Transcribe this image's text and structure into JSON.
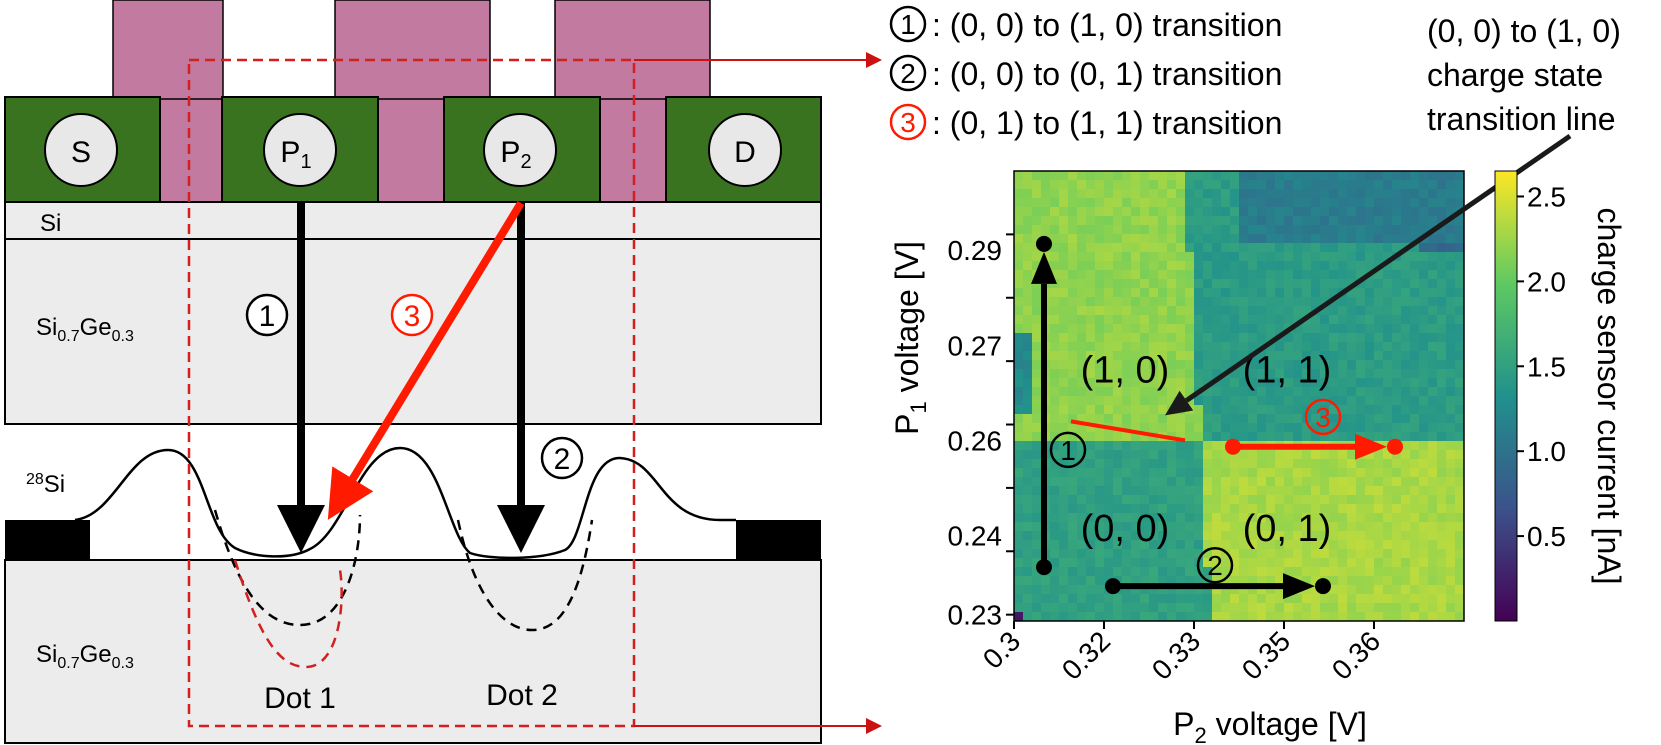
{
  "colors": {
    "gate_green": "#3a7320",
    "gate_pink": "#c27aa1",
    "layer_gray": "#ececec",
    "arrow_red": "#ff1a00",
    "dashed_red": "#d22020",
    "colormap": [
      "#440154",
      "#3b528b",
      "#21918c",
      "#5ec962",
      "#fde725"
    ]
  },
  "device": {
    "contacts": {
      "source": "S",
      "p1": {
        "main": "P",
        "sub": "1"
      },
      "p2": {
        "main": "P",
        "sub": "2"
      },
      "drain": "D"
    },
    "layers": {
      "si_cap": "Si",
      "barrier": {
        "a": "Si",
        "a_sub": "0.7",
        "b": "Ge",
        "b_sub": "0.3"
      },
      "well": {
        "sup": "28",
        "main": "Si"
      },
      "substrate": {
        "a": "Si",
        "a_sub": "0.7",
        "b": "Ge",
        "b_sub": "0.3"
      }
    },
    "dots": [
      "Dot 1",
      "Dot 2"
    ],
    "markers": {
      "m1": "1",
      "m2": "2",
      "m3": "3"
    }
  },
  "legend": {
    "items": [
      {
        "marker": "1",
        "text": ": (0, 0) to (1, 0) transition",
        "color": "#000000"
      },
      {
        "marker": "2",
        "text": ": (0, 0) to (0, 1) transition",
        "color": "#000000"
      },
      {
        "marker": "3",
        "text": ": (0, 1) to (1, 1) transition",
        "color": "#ff1a00"
      }
    ]
  },
  "annotation": {
    "line1": "(0, 0) to (1, 0)",
    "line2": "charge state",
    "line3": "transition line"
  },
  "chart_data": {
    "type": "heatmap",
    "title": "",
    "xlabel": {
      "main": "P",
      "sub": "2",
      "rest": " voltage [V]"
    },
    "ylabel": {
      "main": "P",
      "sub": "1",
      "rest": " voltage [V]"
    },
    "xlim": [
      0.3,
      0.375
    ],
    "ylim": [
      0.229,
      0.3
    ],
    "xticks": [
      0.3,
      0.315,
      0.33,
      0.345,
      0.36
    ],
    "xtick_labels": [
      "0.3",
      "0.32",
      "0.33",
      "0.35",
      "0.36"
    ],
    "yticks": [
      0.23,
      0.24,
      0.25,
      0.26,
      0.27,
      0.28,
      0.29
    ],
    "ytick_labels": [
      "0.23",
      "0.24",
      "0.26",
      "0.27",
      "0.29"
    ],
    "ytick_label_values": [
      0.23,
      0.2425,
      0.2575,
      0.2725,
      0.2875
    ],
    "colorbar": {
      "label": "charge sensor current [nA]",
      "range": [
        0,
        2.65
      ],
      "ticks": [
        0.5,
        1.0,
        1.5,
        2.0,
        2.5
      ],
      "tick_labels": [
        "0.5",
        "1.0",
        "1.5",
        "2.0",
        "2.5"
      ]
    },
    "regions": [
      {
        "label": "(1, 0)",
        "x": 0.3185,
        "y": 0.2685,
        "current_nA": 2.2
      },
      {
        "label": "(1, 1)",
        "x": 0.3455,
        "y": 0.2685,
        "current_nA": 1.45
      },
      {
        "label": "(0, 0)",
        "x": 0.3185,
        "y": 0.2435,
        "current_nA": 1.5
      },
      {
        "label": "(0, 1)",
        "x": 0.3455,
        "y": 0.2435,
        "current_nA": 2.3
      }
    ],
    "arrows": [
      {
        "label": "1",
        "from": [
          0.305,
          0.2375
        ],
        "to": [
          0.305,
          0.2885
        ],
        "color": "#000000"
      },
      {
        "label": "2",
        "from": [
          0.3165,
          0.2345
        ],
        "to": [
          0.3515,
          0.2345
        ],
        "color": "#000000"
      },
      {
        "label": "3",
        "from": [
          0.3365,
          0.2565
        ],
        "to": [
          0.3635,
          0.2565
        ],
        "color": "#ff1a00"
      }
    ],
    "arrow_label_positions": {
      "1": [
        0.309,
        0.256
      ],
      "2": [
        0.3335,
        0.2378
      ],
      "3": [
        0.3515,
        0.2612
      ]
    },
    "transition_segment": [
      [
        0.3095,
        0.2605
      ],
      [
        0.3285,
        0.2575
      ]
    ]
  }
}
